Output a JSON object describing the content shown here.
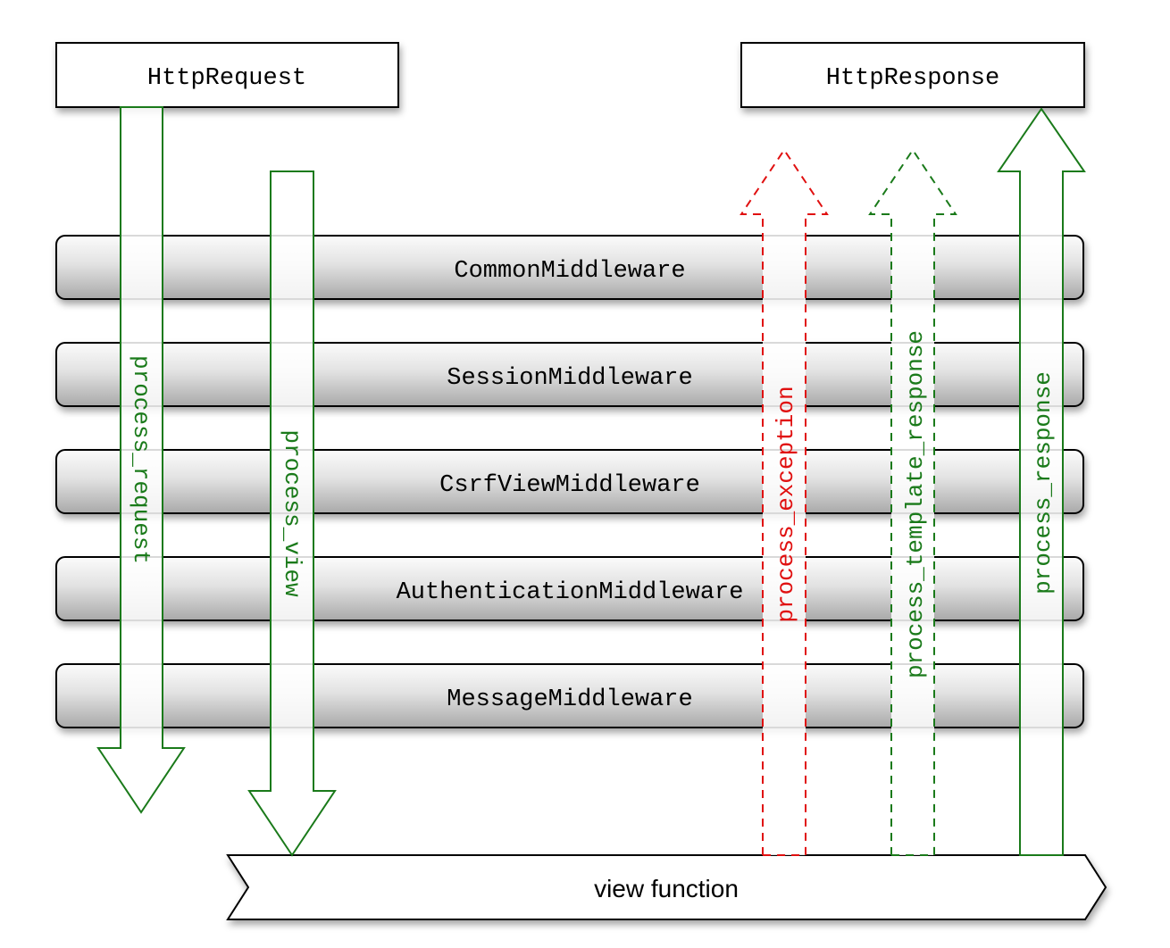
{
  "request_box": {
    "label": "HttpRequest"
  },
  "response_box": {
    "label": "HttpResponse"
  },
  "middlewares": [
    {
      "label": "CommonMiddleware"
    },
    {
      "label": "SessionMiddleware"
    },
    {
      "label": "CsrfViewMiddleware"
    },
    {
      "label": "AuthenticationMiddleware"
    },
    {
      "label": "MessageMiddleware"
    }
  ],
  "view": {
    "label": "view function"
  },
  "arrows": {
    "process_request": {
      "label": "process_request",
      "direction": "down",
      "style": "solid",
      "color": "#1a7a1a"
    },
    "process_view": {
      "label": "process_view",
      "direction": "down",
      "style": "solid",
      "color": "#1a7a1a"
    },
    "process_exception": {
      "label": "process_exception",
      "direction": "up",
      "style": "dashed",
      "color": "#e01010"
    },
    "process_template_response": {
      "label": "process_template_response",
      "direction": "up",
      "style": "dashed",
      "color": "#1a7a1a"
    },
    "process_response": {
      "label": "process_response",
      "direction": "up",
      "style": "solid",
      "color": "#1a7a1a"
    }
  }
}
